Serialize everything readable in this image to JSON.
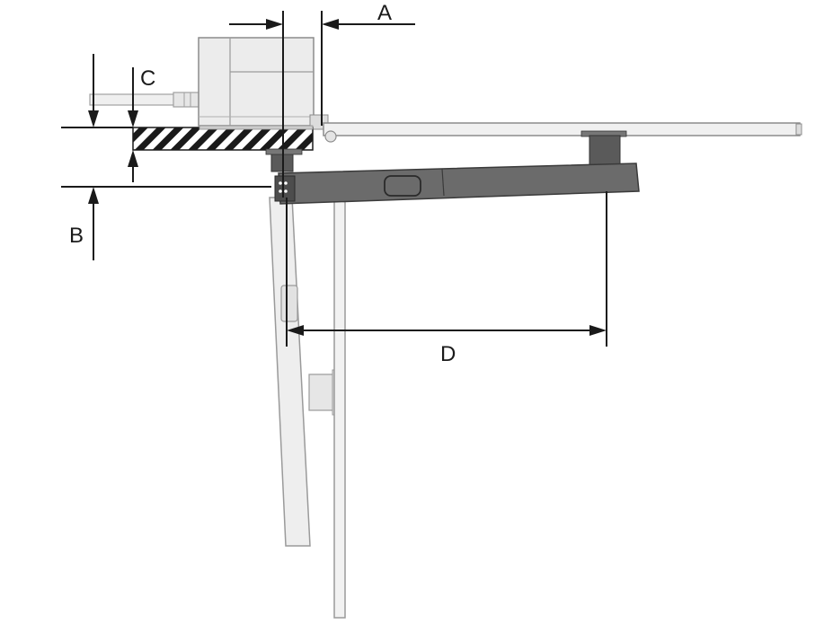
{
  "diagram": {
    "dimension_labels": {
      "a": "A",
      "b": "B",
      "c": "C",
      "d": "D"
    },
    "colors": {
      "line": "#1a1a1a",
      "light_part_fill": "#ebebeb",
      "light_part_stroke": "#8c8c8c",
      "arm_fill": "#6b6b6b",
      "arm_stroke": "#3a3a3a",
      "bracket_fill": "#5a5a5a"
    }
  }
}
